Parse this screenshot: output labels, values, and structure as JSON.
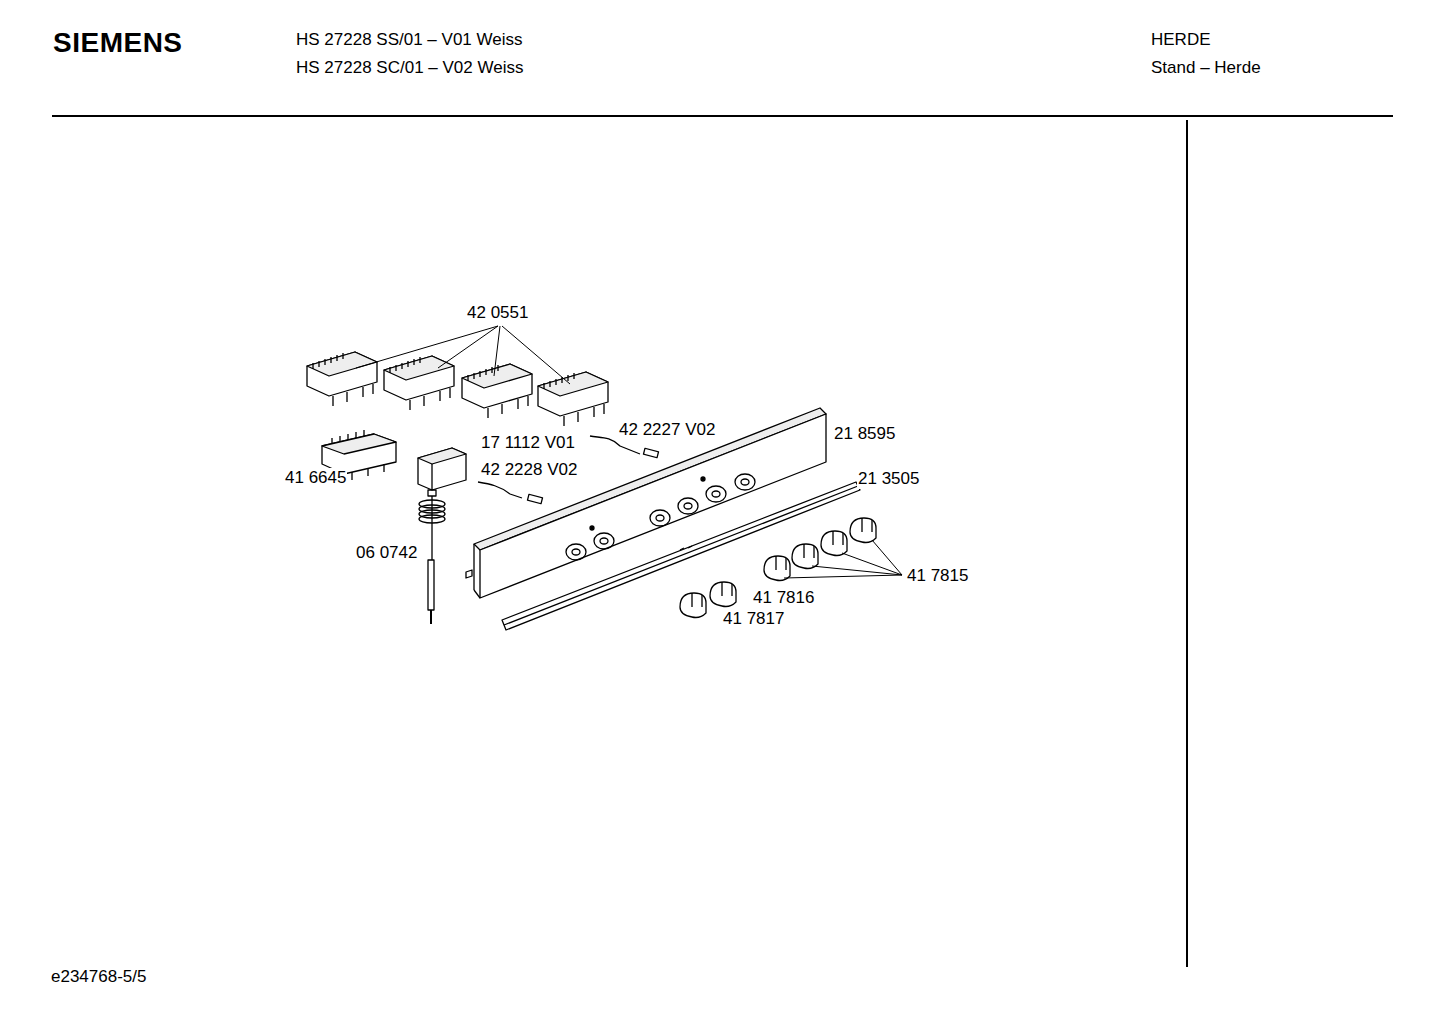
{
  "diagram": {
    "labels": [
      "SIEMENS",
      "HS 27228 SS/01 – V01 Weiss",
      "HS 27228 SC/01 – V02 Weiss",
      "HERDE",
      "Stand – Herde",
      "42 0551",
      "17 1112 V01",
      "42 2227 V02",
      "21 8595",
      "41 6645",
      "42 2228 V02",
      "21 3505",
      "06 0742",
      "41 7815",
      "41 7816",
      "41 7817",
      "e234768-5/5"
    ]
  }
}
